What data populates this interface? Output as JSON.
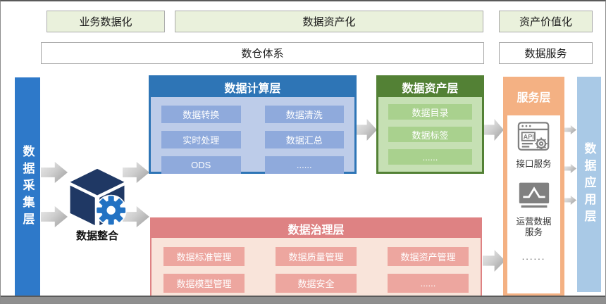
{
  "banner_row": {
    "business": "业务数据化",
    "asset": "数据资产化",
    "value": "资产价值化"
  },
  "system_row": {
    "warehouse": "数仓体系",
    "service": "数据服务"
  },
  "collection_bar": {
    "label": "数据采集层"
  },
  "integration": {
    "label": "数据整合",
    "icon": "cube-gear-icon"
  },
  "compute_layer": {
    "title": "数据计算层",
    "cells": [
      "数据转换",
      "数据清洗",
      "实时处理",
      "数据汇总",
      "ODS",
      "......"
    ]
  },
  "asset_layer": {
    "title": "数据资产层",
    "cells": [
      "数据目录",
      "数据标签",
      "......"
    ]
  },
  "governance_layer": {
    "title": "数据治理层",
    "cells": [
      "数据标准管理",
      "数据质量管理",
      "数据资产管理",
      "数据模型管理",
      "数据安全",
      "......"
    ]
  },
  "service_layer": {
    "title": "服务层",
    "items": [
      {
        "icon": "api-browser-icon",
        "label": "接口服务"
      },
      {
        "icon": "line-chart-icon",
        "label": "运营数据服务"
      },
      {
        "icon": "none",
        "label": "......"
      }
    ]
  },
  "application_bar": {
    "label": "数据应用层"
  },
  "colors": {
    "banner_green": "#EAF1DC",
    "compute_blue": "#2E75B6",
    "compute_body": "#BDCCE9",
    "compute_cell": "#8FAADC",
    "asset_green": "#538135",
    "asset_body": "#C6E0B4",
    "asset_cell": "#A9D18E",
    "service_orange": "#F4B183",
    "governance_red": "#DE8283",
    "governance_body": "#F9E4DA",
    "governance_cell": "#EDA69F",
    "collection_blue": "#2E79C9",
    "application_blue": "#A9C9E6",
    "icon_gray": "#808080",
    "cube_navy": "#1F3864",
    "gear_blue": "#2272C3"
  }
}
